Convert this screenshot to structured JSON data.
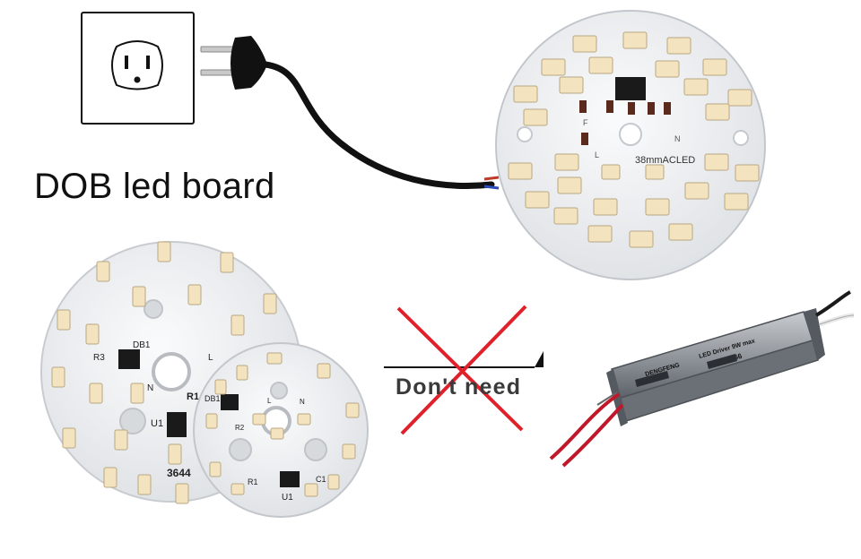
{
  "heading": "DOB led board",
  "notice": "Don't need",
  "board_top": {
    "label": "38mmACLED",
    "marks": [
      "F",
      "N",
      "L"
    ]
  },
  "board_large": {
    "labels": [
      "DB1",
      "R3",
      "R1",
      "U1",
      "3644",
      "L",
      "N"
    ]
  },
  "board_small": {
    "labels": [
      "DB1",
      "R2",
      "R1",
      "U1",
      "C1",
      "L",
      "N"
    ]
  },
  "driver": {
    "brand": "DENGFENG",
    "model": "LED Driver 9W max",
    "rating": "IP66"
  },
  "colors": {
    "cross": "#e0202a",
    "pcb": "#eef0f2",
    "led": "#f3e3bf",
    "driver_body": "#9aa0a6"
  }
}
